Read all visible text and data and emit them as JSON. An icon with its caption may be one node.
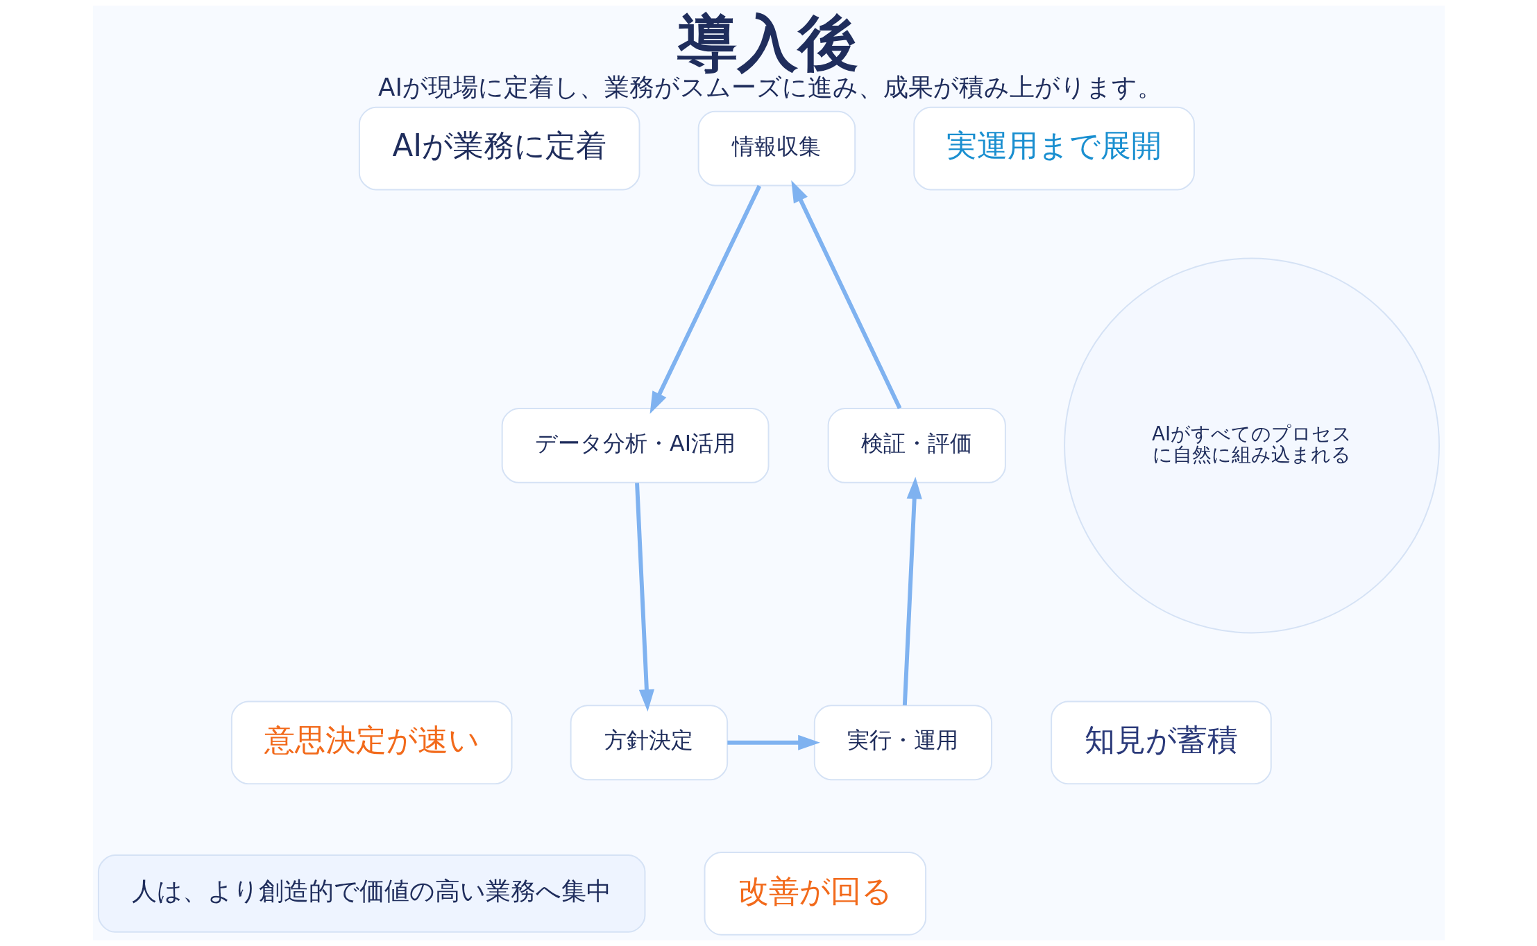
{
  "diagram": {
    "title": "導入後",
    "caption": "AIが現場に定着し、業務がスムーズに進み、成果が積み上がります。",
    "nodes": [
      {
        "text": [
          "AIが業務に定着"
        ]
      },
      {
        "text": [
          "意思決定が速い"
        ]
      },
      {
        "text": [
          "情報収集"
        ]
      },
      {
        "text": [
          "データ分析・AI活用"
        ]
      },
      {
        "text": [
          "方針決定"
        ]
      },
      {
        "text": [
          "実行・運用"
        ]
      },
      {
        "text": [
          "検証・評価"
        ]
      },
      {
        "text": [
          "AIがすべてのプロセスに自然に組み込まれる"
        ]
      },
      {
        "text": [
          "人は、より創造的で価値の高い業務へ集中"
        ]
      },
      {
        "text": [
          "実運用まで展開"
        ]
      },
      {
        "text": [
          "知見が蓄積"
        ]
      },
      {
        "text": [
          "改善が回る"
        ]
      }
    ],
    "edges": [
      {
        "from": 2,
        "to": 3,
        "arrow": "to"
      },
      {
        "from": 3,
        "to": 4,
        "arrow": "to"
      },
      {
        "from": 4,
        "to": 5,
        "arrow": "to"
      },
      {
        "from": 5,
        "to": 6,
        "arrow": "to"
      },
      {
        "from": 6,
        "to": 2,
        "arrow": "to"
      }
    ]
  }
}
